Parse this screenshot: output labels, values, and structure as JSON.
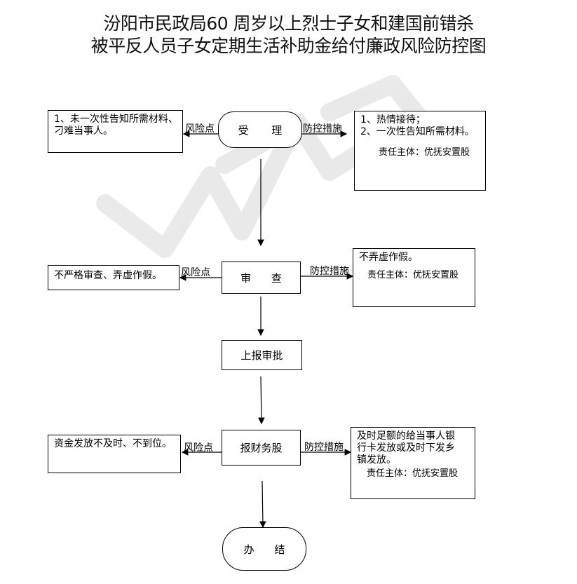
{
  "title": {
    "line1": "汾阳市民政局60 周岁以上烈士子女和建国前错杀",
    "line2": "被平反人员子女定期生活补助金给付廉政风险防控图"
  },
  "labels": {
    "risk": "风险点",
    "measure": "防控措施"
  },
  "steps": {
    "accept": "受 理",
    "review": "审 查",
    "report": "上报审批",
    "finance": "报财务股",
    "finish": "办 结"
  },
  "risks": {
    "accept": "1、未一次性告知所需材料、刁难当事人。",
    "review": "不严格审查、弄虚作假。",
    "finance": "资金发放不及时、不到位。"
  },
  "measures": {
    "accept_line1": "1、热情接待；",
    "accept_line2": "2、一次性告知所需材料。",
    "accept_resp": "责任主体：优抚安置股",
    "review_text": "不弄虚作假。",
    "review_resp": "责任主体：优抚安置股",
    "finance_text": "及时足额的给当事人银行卡发放或及时下发乡镇发放。",
    "finance_resp": "责任主体：优抚安置股"
  },
  "watermark_text": "WPS"
}
